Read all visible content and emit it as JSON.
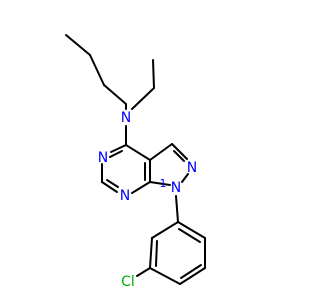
{
  "molecule": {
    "atoms": {
      "n_amine": "N",
      "n_pyrimidine_top": "N",
      "n_pyrimidine_bottom": "N",
      "n_pyrazole_upper": "N",
      "n_pyrazole_lower": "N",
      "n_pyrazole_locant": "1",
      "chlorine": "Cl"
    }
  },
  "colors": {
    "nitrogen": "#0000ff",
    "chlorine": "#00b000",
    "bond": "#000000"
  }
}
